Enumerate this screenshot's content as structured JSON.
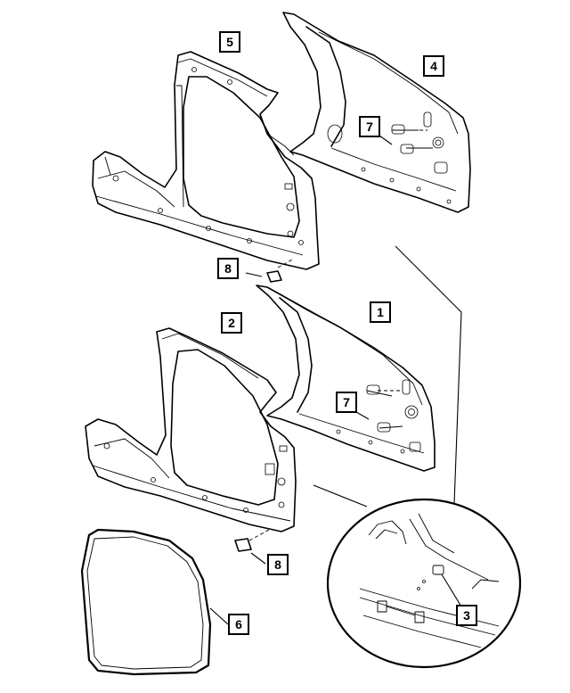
{
  "callouts": [
    {
      "id": "c1",
      "label": "1"
    },
    {
      "id": "c2",
      "label": "2"
    },
    {
      "id": "c3",
      "label": "3"
    },
    {
      "id": "c4",
      "label": "4"
    },
    {
      "id": "c5",
      "label": "5"
    },
    {
      "id": "c6",
      "label": "6"
    },
    {
      "id": "c7a",
      "label": "7"
    },
    {
      "id": "c7b",
      "label": "7"
    },
    {
      "id": "c8a",
      "label": "8"
    },
    {
      "id": "c8b",
      "label": "8"
    }
  ]
}
